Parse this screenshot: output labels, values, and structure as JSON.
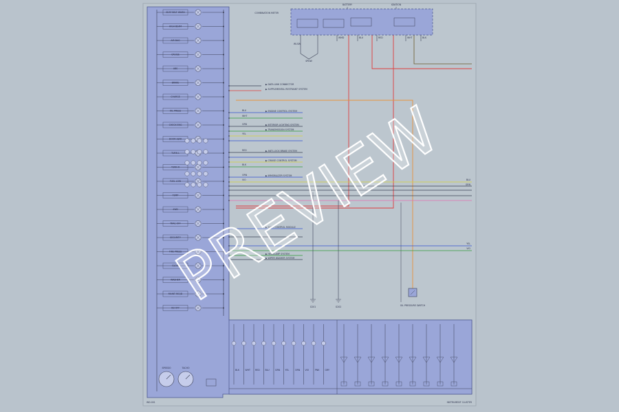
{
  "colors": {
    "background": "#b9c3cc",
    "sheet": "#bcc6ce",
    "panel": "#9aa6d8",
    "wire_red": "#e03a3a",
    "wire_orange": "#e8913a",
    "wire_blue": "#3050d0",
    "wire_green": "#2f9a3a",
    "wire_yellow": "#d8d23a",
    "wire_pink": "#e070b0",
    "wire_dark": "#3a3f55",
    "watermark_stroke": "#ffffff"
  },
  "watermark": {
    "text": "PREVIEW"
  },
  "diagram": {
    "fuse_labels": [
      "BATTERY",
      "IGNITION"
    ],
    "left_connector": [
      "SPDW",
      "WLSW"
    ],
    "connector_label": "COMBINATION METER",
    "mid_wires": [
      "WMD",
      "BLU",
      "RED",
      "WHT",
      "BLK"
    ],
    "instrument_items": [
      "SEAT BELT WARN",
      "HIGH BEAM",
      "AIR BAG",
      "CRUISE",
      "ABS",
      "BRAKE",
      "CHARGE",
      "OIL PRESS",
      "CHECK ENG",
      "DOOR AJAR",
      "TURN L",
      "TURN R",
      "FUEL LOW",
      "TEMP",
      "4WD",
      "TRAC OFF",
      "SECURITY",
      "TIRE PRESS",
      "GLOW",
      "WASHER",
      "MAINT REQD",
      "OD OFF"
    ],
    "gauge_labels": [
      "SPEEDO",
      "TACHO"
    ],
    "right_entries": [
      "DATA LINK CONNECTOR",
      "SUPPLEMENTAL RESTRAINT SYSTEM",
      "ENGINE CONTROL SYSTEM",
      "INTERIOR LIGHTING SYSTEM",
      "TRANSMISSION SYSTEM",
      "ANTI-LOCK BRAKE SYSTEM",
      "CRUISE CONTROL SYSTEM",
      "IMMOBILIZER SYSTEM",
      "BODY CONTROL MODULE",
      "HEADLAMP SYSTEM",
      "WIPER WASHER SYSTEM"
    ],
    "right_wire_codes": [
      "BLU",
      "WHT",
      "GRN",
      "YEL",
      "RED",
      "BLK",
      "ORN",
      "VIO"
    ],
    "right_edge_codes": [
      "BLU",
      "GRN",
      "YEL",
      "VIO"
    ],
    "sensor_label": "OIL PRESSURE SWITCH",
    "ground_labels": [
      "G201",
      "G202"
    ],
    "bottom_codes": [
      "BLK",
      "WHT",
      "RED",
      "BLU",
      "GRN",
      "YEL",
      "ORN",
      "VIO",
      "PNK",
      "GRY"
    ],
    "footer_left": "WD-001",
    "footer_right": "INSTRUMENT CLUSTER"
  }
}
